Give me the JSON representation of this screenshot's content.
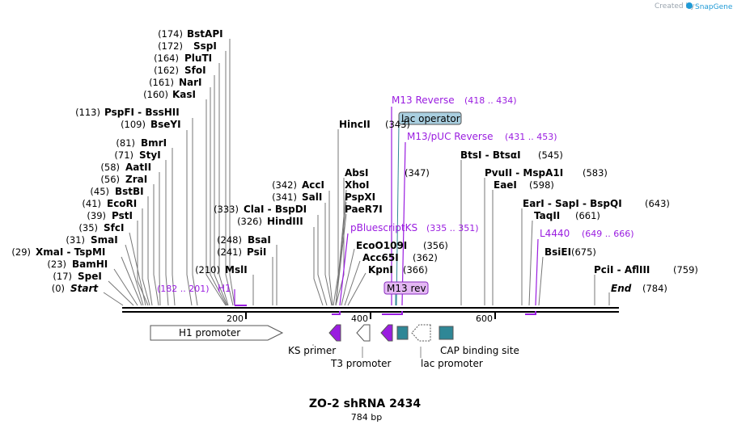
{
  "credit": "Created by",
  "brand": "SnapGene",
  "title": "ZO-2 shRNA 2434",
  "length_label": "784 bp",
  "scale": {
    "ticks": [
      {
        "label": "200",
        "bp": 200
      },
      {
        "label": "400",
        "bp": 400
      },
      {
        "label": "600",
        "bp": 600
      }
    ]
  },
  "sites": [
    {
      "pos": "(174)",
      "name": "BstAPI",
      "bp": 174
    },
    {
      "pos": "(172)",
      "name": "SspI",
      "bp": 172
    },
    {
      "pos": "(164)",
      "name": "PluTI",
      "bp": 164
    },
    {
      "pos": "(162)",
      "name": "SfoI",
      "bp": 162
    },
    {
      "pos": "(161)",
      "name": "NarI",
      "bp": 161
    },
    {
      "pos": "(160)",
      "name": "KasI",
      "bp": 160
    },
    {
      "pos": "(113)",
      "name": "PspFI  -  BssHII",
      "bp": 113
    },
    {
      "pos": "(109)",
      "name": "BseYI",
      "bp": 109
    },
    {
      "pos": "(81)",
      "name": "BmrI",
      "bp": 81
    },
    {
      "pos": "(71)",
      "name": "StyI",
      "bp": 71
    },
    {
      "pos": "(58)",
      "name": "AatII",
      "bp": 58
    },
    {
      "pos": "(56)",
      "name": "ZraI",
      "bp": 56
    },
    {
      "pos": "(45)",
      "name": "BstBI",
      "bp": 45
    },
    {
      "pos": "(41)",
      "name": "EcoRI",
      "bp": 41
    },
    {
      "pos": "(39)",
      "name": "PstI",
      "bp": 39
    },
    {
      "pos": "(35)",
      "name": "SfcI",
      "bp": 35
    },
    {
      "pos": "(31)",
      "name": "SmaI",
      "bp": 31
    },
    {
      "pos": "(29)",
      "name": "XmaI  -  TspMI",
      "bp": 29
    },
    {
      "pos": "(23)",
      "name": "BamHI",
      "bp": 23
    },
    {
      "pos": "(17)",
      "name": "SpeI",
      "bp": 17
    },
    {
      "pos": "(0)",
      "name": "Start",
      "bp": 0,
      "italic": true
    },
    {
      "pos": "(342)",
      "name": "AccI",
      "bp": 342
    },
    {
      "pos": "(341)",
      "name": "SalI",
      "bp": 341
    },
    {
      "pos": "(333)",
      "name": "ClaI  -  BspDI",
      "bp": 333
    },
    {
      "pos": "(326)",
      "name": "HindIII",
      "bp": 326
    },
    {
      "pos": "(248)",
      "name": "BsaI",
      "bp": 248
    },
    {
      "pos": "(241)",
      "name": "PsiI",
      "bp": 241
    },
    {
      "pos": "(210)",
      "name": "MslI",
      "bp": 210
    },
    {
      "pos": "(343)",
      "name": "HincII",
      "bp": 343
    },
    {
      "pos": "(347)",
      "name": "AbsI",
      "bp": 347
    },
    {
      "pos": "",
      "name": "XhoI",
      "bp": 347
    },
    {
      "pos": "",
      "name": "PspXI",
      "bp": 347
    },
    {
      "pos": "",
      "name": "PaeR7I",
      "bp": 347
    },
    {
      "pos": "(356)",
      "name": "EcoO109I",
      "bp": 356
    },
    {
      "pos": "(362)",
      "name": "Acc65I",
      "bp": 362
    },
    {
      "pos": "(366)",
      "name": "KpnI",
      "bp": 366
    },
    {
      "pos": "(545)",
      "name": "BtsI  -  BtsαI",
      "bp": 545
    },
    {
      "pos": "(583)",
      "name": "PvuII  -  MspA1I",
      "bp": 583
    },
    {
      "pos": "(598)",
      "name": "EaeI",
      "bp": 598
    },
    {
      "pos": "(643)",
      "name": "EarI  -  SapI  -  BspQI",
      "bp": 643
    },
    {
      "pos": "(661)",
      "name": "TaqII",
      "bp": 661
    },
    {
      "pos": "(675)",
      "name": "BsiEI",
      "bp": 675
    },
    {
      "pos": "(759)",
      "name": "PciI  -  AflIII",
      "bp": 759
    },
    {
      "pos": "(784)",
      "name": "End",
      "bp": 784,
      "italic": true
    }
  ],
  "primer_labels": [
    {
      "name": "M13 Reverse",
      "range": "(418 .. 434)"
    },
    {
      "name": "M13/pUC Reverse",
      "range": "(431 .. 453)"
    },
    {
      "name": "pBluescriptKS",
      "range": "(335 .. 351)"
    },
    {
      "name": "L4440",
      "range": "(649 .. 666)"
    },
    {
      "name": "H1",
      "range": "(182 .. 201)"
    }
  ],
  "boxed_labels": [
    {
      "name": "lac operator",
      "fill": "#a9cfe0"
    },
    {
      "name": "M13 rev",
      "fill": "#e4b8f4"
    }
  ],
  "features": [
    {
      "name": "H1 promoter"
    },
    {
      "name": "KS primer"
    },
    {
      "name": "T3 promoter"
    },
    {
      "name": "lac promoter"
    },
    {
      "name": "CAP binding site"
    }
  ],
  "colors": {
    "primer": "#9a1de0",
    "teal_feature": "#2f8796",
    "purple_feature": "#9a1de0",
    "brand": "#1f9ad6"
  }
}
